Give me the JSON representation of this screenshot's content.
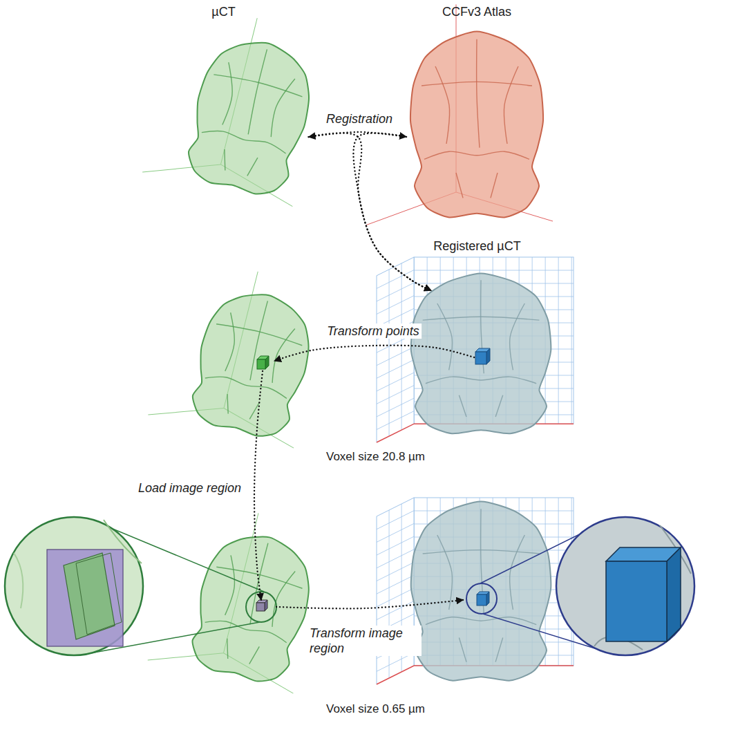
{
  "diagram": {
    "nodes": [
      {
        "text": [
          "µCT"
        ]
      },
      {
        "text": [
          "CCFv3 Atlas"
        ]
      },
      {
        "text": [
          "Registered µCT"
        ]
      },
      {
        "text": []
      },
      {
        "text": []
      },
      {
        "text": []
      }
    ],
    "edges": [
      {
        "from": 0,
        "to": 1,
        "arrow": "both",
        "label": "Registration"
      },
      {
        "from": 0,
        "to": 2,
        "arrow": "to"
      },
      {
        "from": 1,
        "to": 2,
        "arrow": "to"
      },
      {
        "from": 2,
        "to": 3,
        "arrow": "to",
        "label": "Transform points"
      },
      {
        "from": 3,
        "to": 4,
        "arrow": "to",
        "label": "Load image region"
      },
      {
        "from": 4,
        "to": 5,
        "arrow": "to",
        "label": "Transform image region"
      }
    ],
    "labels": [
      "Voxel size 20.8 µm",
      "Voxel size 0.65 µm"
    ]
  }
}
